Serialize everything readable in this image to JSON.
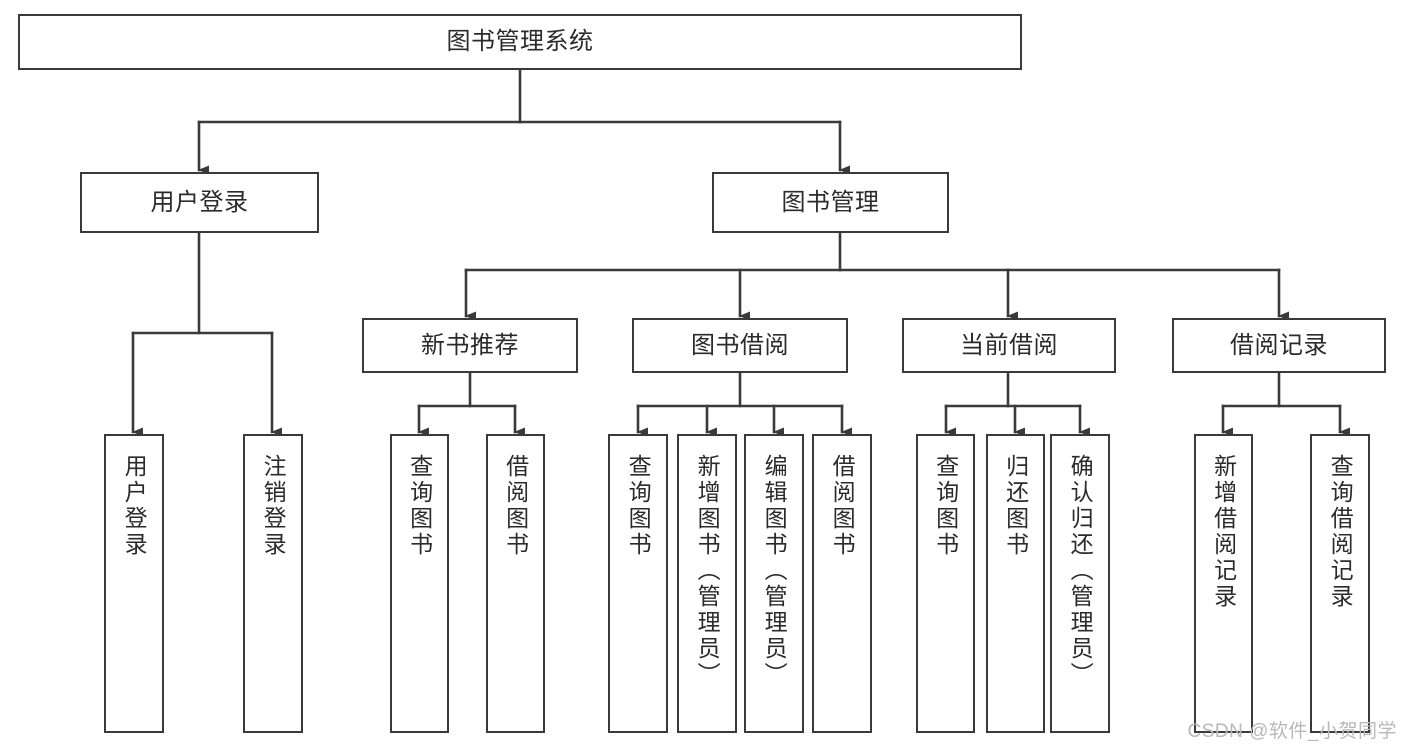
{
  "diagram": {
    "type": "tree-hierarchy",
    "title": "图书管理系统",
    "watermark": "CSDN @软件_小贺同学",
    "colors": {
      "box_stroke": "#3a3a3a",
      "connector": "#3a3a3a",
      "text": "#2b2b2b",
      "background": "#ffffff",
      "watermark": "#b8b8b8"
    },
    "levels": {
      "root": {
        "label": "图书管理系统",
        "orientation": "horizontal"
      },
      "level2": [
        {
          "id": "user-login",
          "label": "用户登录",
          "orientation": "horizontal"
        },
        {
          "id": "book-management",
          "label": "图书管理",
          "orientation": "horizontal"
        }
      ],
      "level3": [
        {
          "id": "new-book-recommend",
          "label": "新书推荐",
          "orientation": "horizontal",
          "parent": "book-management"
        },
        {
          "id": "book-borrow",
          "label": "图书借阅",
          "orientation": "horizontal",
          "parent": "book-management"
        },
        {
          "id": "current-borrow",
          "label": "当前借阅",
          "orientation": "horizontal",
          "parent": "book-management"
        },
        {
          "id": "borrow-record",
          "label": "借阅记录",
          "orientation": "horizontal",
          "parent": "book-management"
        }
      ],
      "leaves": [
        {
          "id": "leaf-user-login",
          "label": "用户登录",
          "orientation": "vertical",
          "parent": "user-login"
        },
        {
          "id": "leaf-logout",
          "label": "注销登录",
          "orientation": "vertical",
          "parent": "user-login"
        },
        {
          "id": "leaf-query-book-1",
          "label": "查询图书",
          "orientation": "vertical",
          "parent": "new-book-recommend"
        },
        {
          "id": "leaf-borrow-book-1",
          "label": "借阅图书",
          "orientation": "vertical",
          "parent": "new-book-recommend"
        },
        {
          "id": "leaf-query-book-2",
          "label": "查询图书",
          "orientation": "vertical",
          "parent": "book-borrow"
        },
        {
          "id": "leaf-add-book",
          "label": "新增图书（管理员）",
          "orientation": "vertical",
          "parent": "book-borrow"
        },
        {
          "id": "leaf-edit-book",
          "label": "编辑图书（管理员）",
          "orientation": "vertical",
          "parent": "book-borrow"
        },
        {
          "id": "leaf-borrow-book-2",
          "label": "借阅图书",
          "orientation": "vertical",
          "parent": "book-borrow"
        },
        {
          "id": "leaf-query-book-3",
          "label": "查询图书",
          "orientation": "vertical",
          "parent": "current-borrow"
        },
        {
          "id": "leaf-return-book",
          "label": "归还图书",
          "orientation": "vertical",
          "parent": "current-borrow"
        },
        {
          "id": "leaf-confirm-return",
          "label": "确认归还（管理员）",
          "orientation": "vertical",
          "parent": "current-borrow"
        },
        {
          "id": "leaf-add-record",
          "label": "新增借阅记录",
          "orientation": "vertical",
          "parent": "borrow-record"
        },
        {
          "id": "leaf-query-record",
          "label": "查询借阅记录",
          "orientation": "vertical",
          "parent": "borrow-record"
        }
      ]
    }
  }
}
